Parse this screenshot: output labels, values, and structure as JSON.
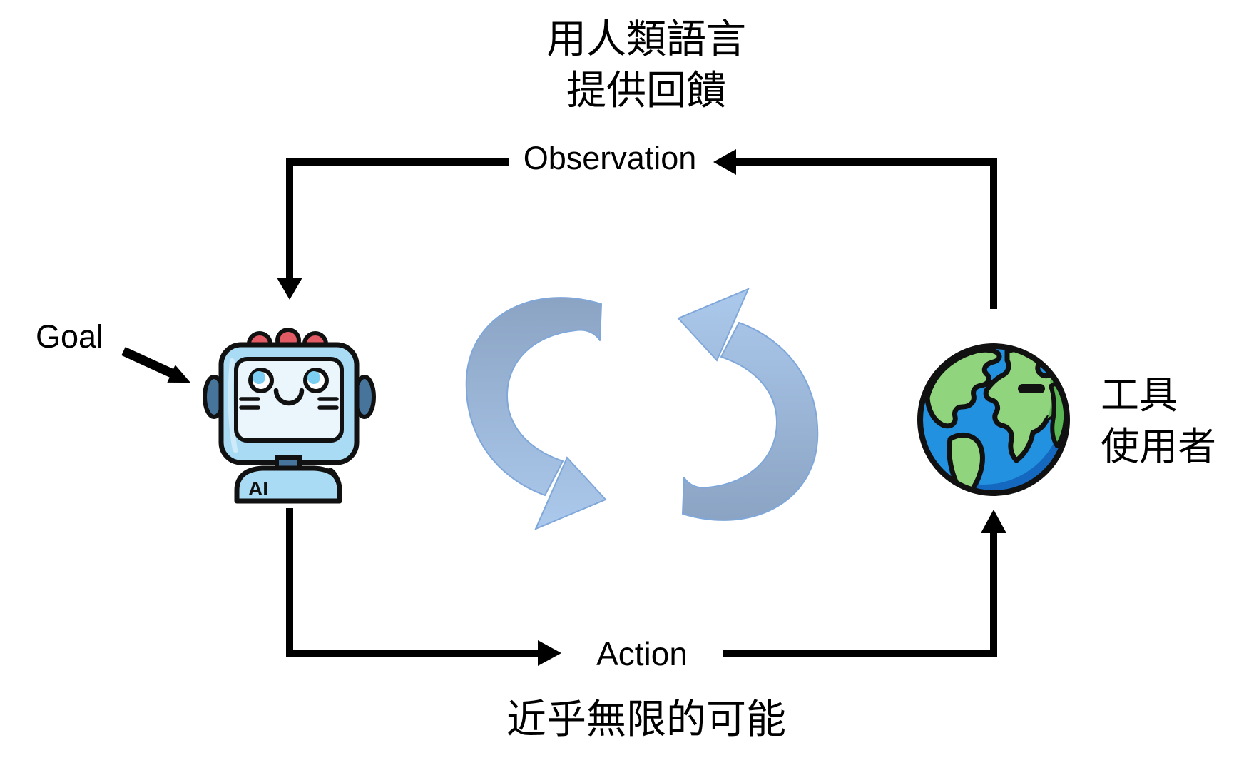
{
  "diagram": {
    "top_caption": {
      "line1": "用人類語言",
      "line2": "提供回饋"
    },
    "labels": {
      "observation": "Observation",
      "goal": "Goal",
      "action": "Action"
    },
    "tool_user_caption": {
      "line1": "工具",
      "line2": "使用者"
    },
    "bottom_caption": "近乎無限的可能",
    "robot_badge": "AI",
    "icons": {
      "agent": "ai-robot-icon",
      "environment": "earth-globe-icon",
      "cycle": "cycle-arrows-icon"
    },
    "colors": {
      "background": "#FFFFFF",
      "connector": "#000000",
      "text": "#000000",
      "cycle_gradient_dark": "#8BA3C3",
      "cycle_gradient_light": "#ABC9EC",
      "cycle_stroke": "#7FA7DA",
      "robot_body_blue": "#A9DCF4",
      "robot_screen": "#EAF5FC",
      "robot_accent_blue": "#47749B",
      "robot_antenna_red": "#E25A64",
      "globe_ocean": "#2191E0",
      "globe_ocean_dark": "#1468C0",
      "globe_land": "#90D47D",
      "globe_land_dark": "#5CB854"
    }
  }
}
